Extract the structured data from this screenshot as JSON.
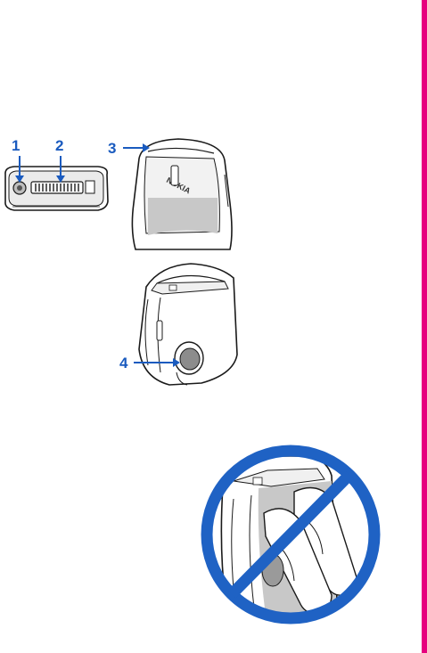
{
  "callouts": {
    "one": "1",
    "two": "2",
    "three": "3",
    "four": "4"
  },
  "phone_brand_text": "NOKIA",
  "colors": {
    "callout_blue": "#1a5bbf",
    "prohibition_blue": "#1f62c4",
    "margin_bar_magenta": "#e6007e",
    "line_dark": "#1a1a1a",
    "screen_gray": "#c8c8c8",
    "body_gray": "#d9d9d9"
  }
}
